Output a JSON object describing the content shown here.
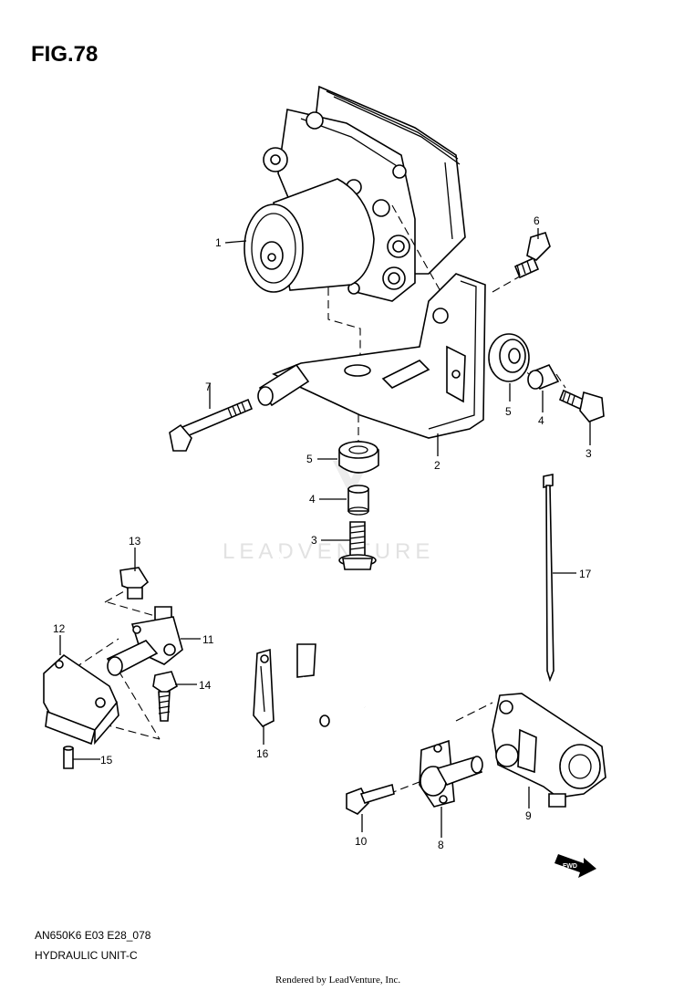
{
  "figure": {
    "title": "FIG.78",
    "code": "AN650K6 E03 E28_078",
    "caption": "HYDRAULIC UNIT-C",
    "credit": "Rendered by LeadVenture, Inc.",
    "watermark": "LEADVENTURE",
    "fwd_label": "FWD"
  },
  "callouts": [
    "1",
    "2",
    "3",
    "3",
    "4",
    "4",
    "5",
    "5",
    "6",
    "7",
    "8",
    "9",
    "10",
    "11",
    "12",
    "13",
    "14",
    "15",
    "16",
    "17"
  ]
}
